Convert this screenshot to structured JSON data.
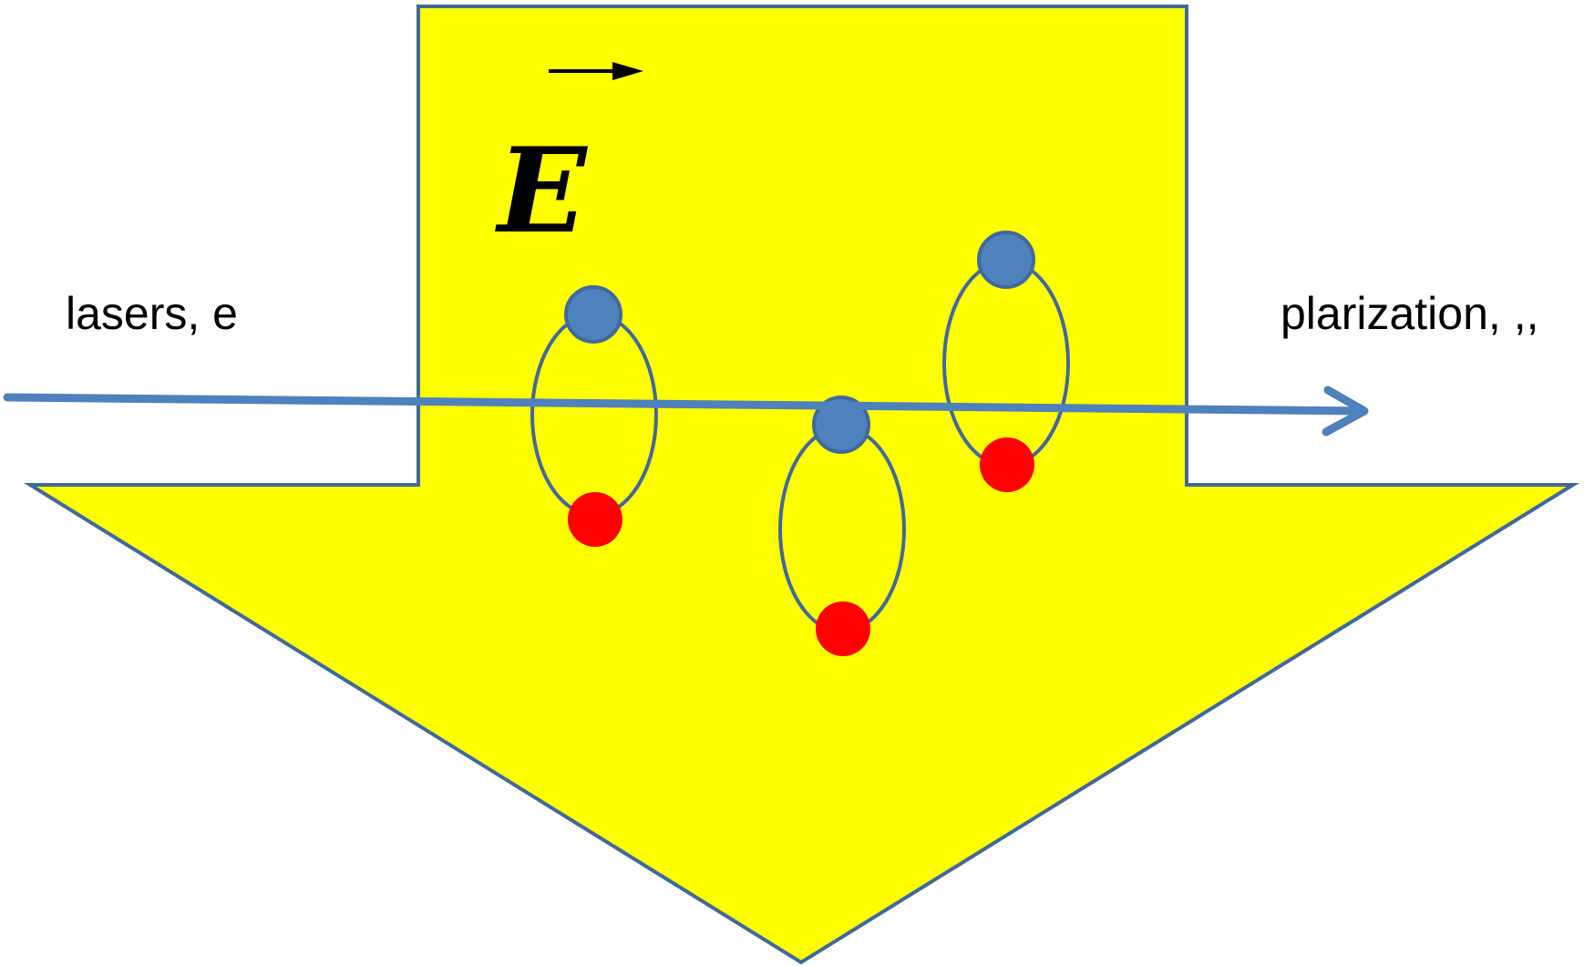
{
  "labels": {
    "left": "lasers, e",
    "right": "plarization, ,,",
    "field_symbol": "E"
  },
  "colors": {
    "arrow_fill": "#ffff00",
    "outline": "#41699d",
    "beam": "#4f81bd",
    "electron": "#4f81bd",
    "nucleus": "#ff0000",
    "text": "#000000"
  },
  "dipoles": [
    {
      "name": "dipole-left"
    },
    {
      "name": "dipole-center"
    },
    {
      "name": "dipole-right"
    }
  ]
}
